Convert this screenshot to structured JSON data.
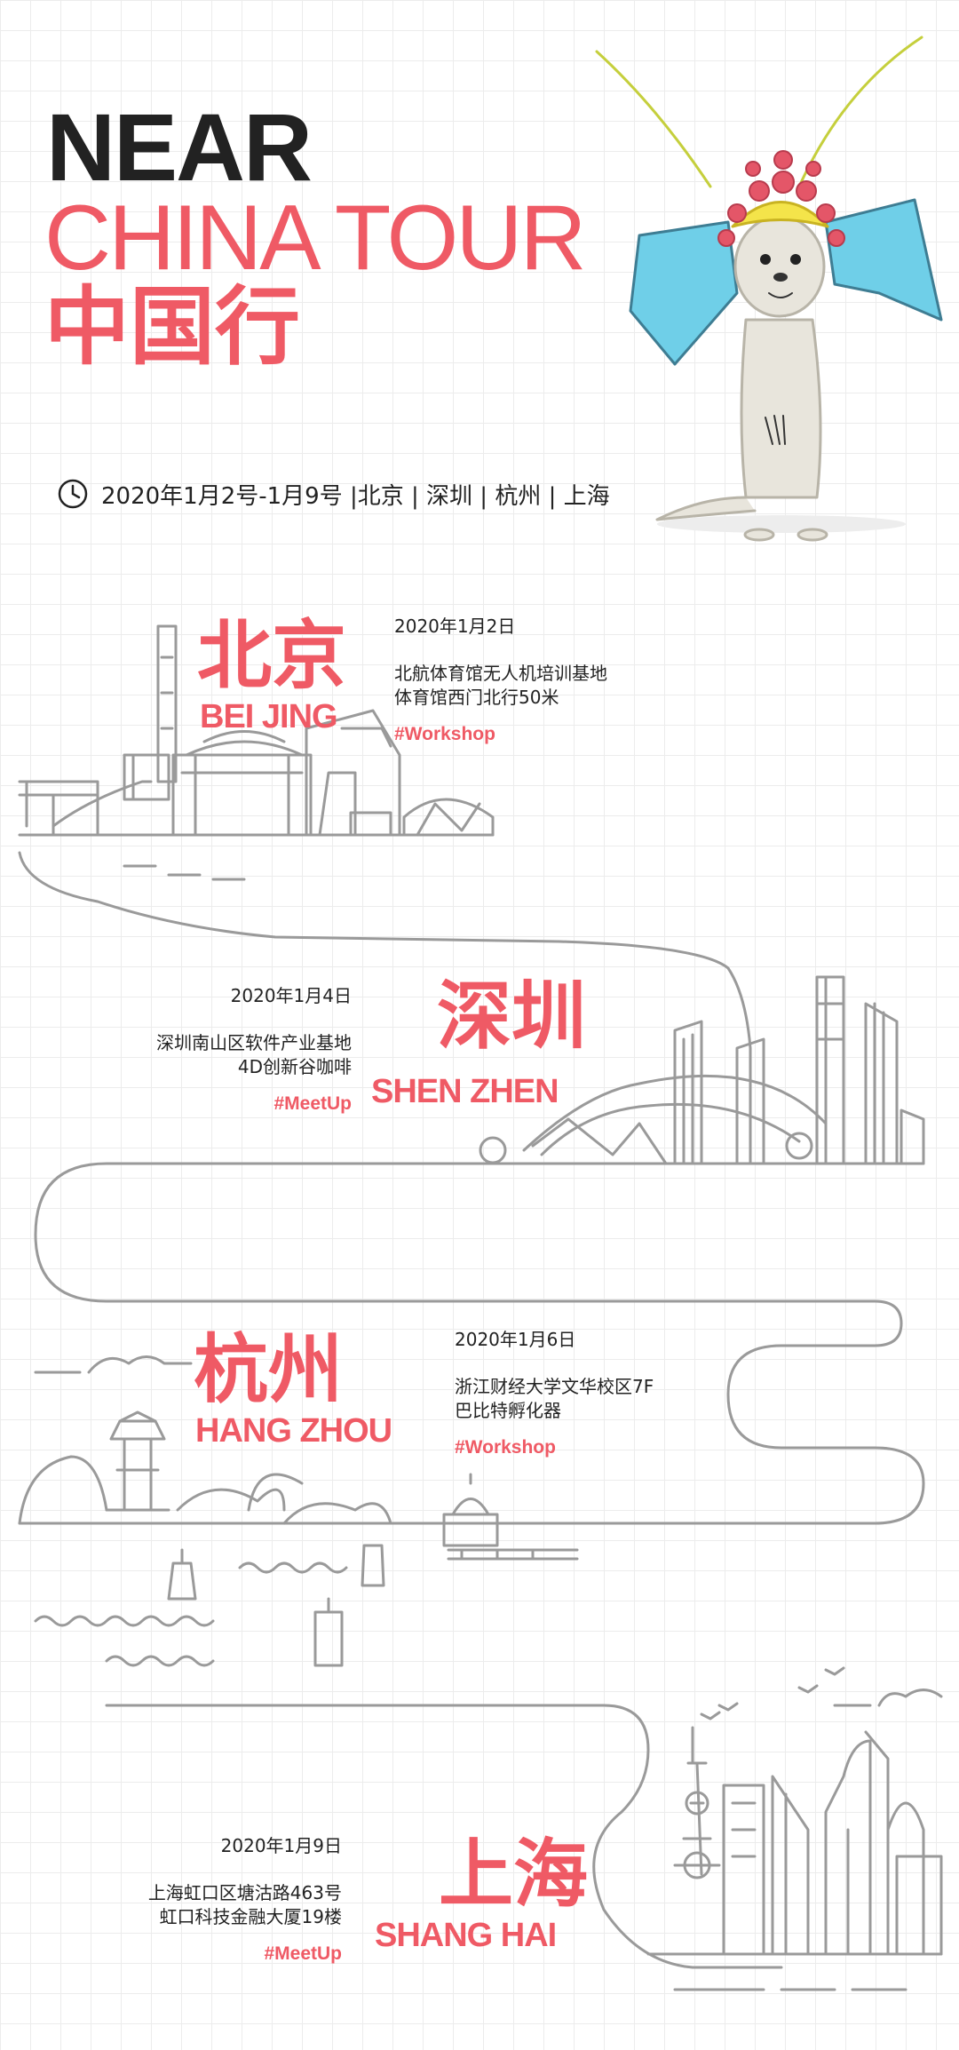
{
  "header": {
    "line1": "NEAR",
    "line2": "CHINA TOUR",
    "line3": "中国行",
    "schedule": "2020年1月2号-1月9号 |北京 | 深圳 | 杭州 | 上海",
    "clock_icon": "clock-icon"
  },
  "colors": {
    "accent": "#ef5a65",
    "dark": "#222222",
    "line": "#9a9a9a"
  },
  "cities": [
    {
      "name_cn": "北京",
      "name_en": "BEI JING",
      "date": "2020年1月2日",
      "venue_line1": "北航体育馆无人机培训基地",
      "venue_line2": "体育馆西门北行50米",
      "tag": "#Workshop"
    },
    {
      "name_cn": "深圳",
      "name_en": "SHEN ZHEN",
      "date": "2020年1月4日",
      "venue_line1": "深圳南山区软件产业基地",
      "venue_line2": "4D创新谷咖啡",
      "tag": "#MeetUp"
    },
    {
      "name_cn": "杭州",
      "name_en": "HANG ZHOU",
      "date": "2020年1月6日",
      "venue_line1": "浙江财经大学文华校区7F",
      "venue_line2": "巴比特孵化器",
      "tag": "#Workshop"
    },
    {
      "name_cn": "上海",
      "name_en": "SHANG HAI",
      "date": "2020年1月9日",
      "venue_line1": "上海虹口区塘沽路463号",
      "venue_line2": "虹口科技金融大厦19楼",
      "tag": "#MeetUp"
    }
  ]
}
